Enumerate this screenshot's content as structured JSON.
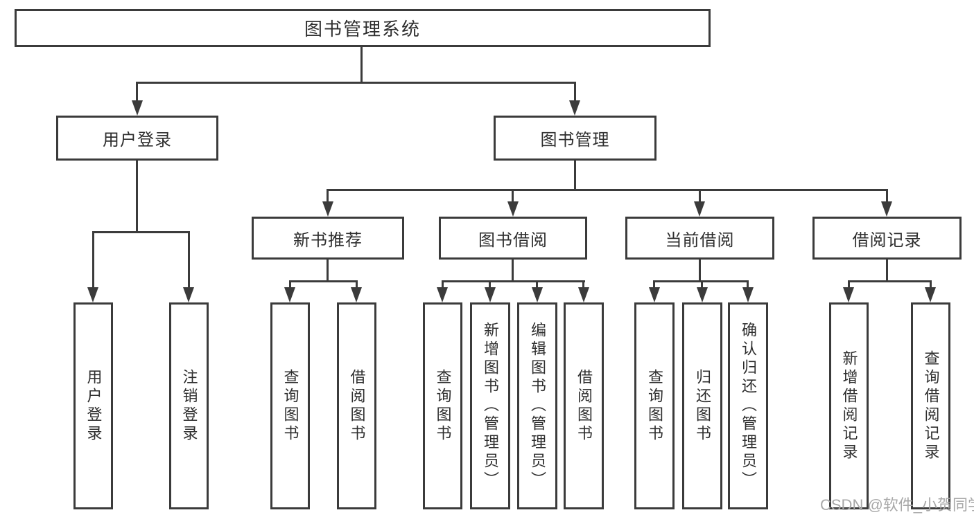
{
  "colors": {
    "line": "#3b3b3b",
    "text": "#2e2e2e",
    "watermark": "#a8a8a8",
    "bg": "#ffffff"
  },
  "nodes": {
    "root": "图书管理系统",
    "user_login": "用户登录",
    "book_mgmt": "图书管理",
    "new_book": "新书推荐",
    "borrow": "图书借阅",
    "current": "当前借阅",
    "record": "借阅记录",
    "leaf_user_login": "用户登录",
    "leaf_logout": "注销登录",
    "leaf_nb_query": "查询图书",
    "leaf_nb_borrow": "借阅图书",
    "leaf_bb_query": "查询图书",
    "leaf_bb_add": "新增图书（管理员）",
    "leaf_bb_edit": "编辑图书（管理员）",
    "leaf_bb_borrow": "借阅图书",
    "leaf_cb_query": "查询图书",
    "leaf_cb_return": "归还图书",
    "leaf_cb_confirm": "确认归还（管理员）",
    "leaf_br_add": "新增借阅记录",
    "leaf_br_query": "查询借阅记录"
  },
  "watermark": "CSDN @软件_小贺同学"
}
